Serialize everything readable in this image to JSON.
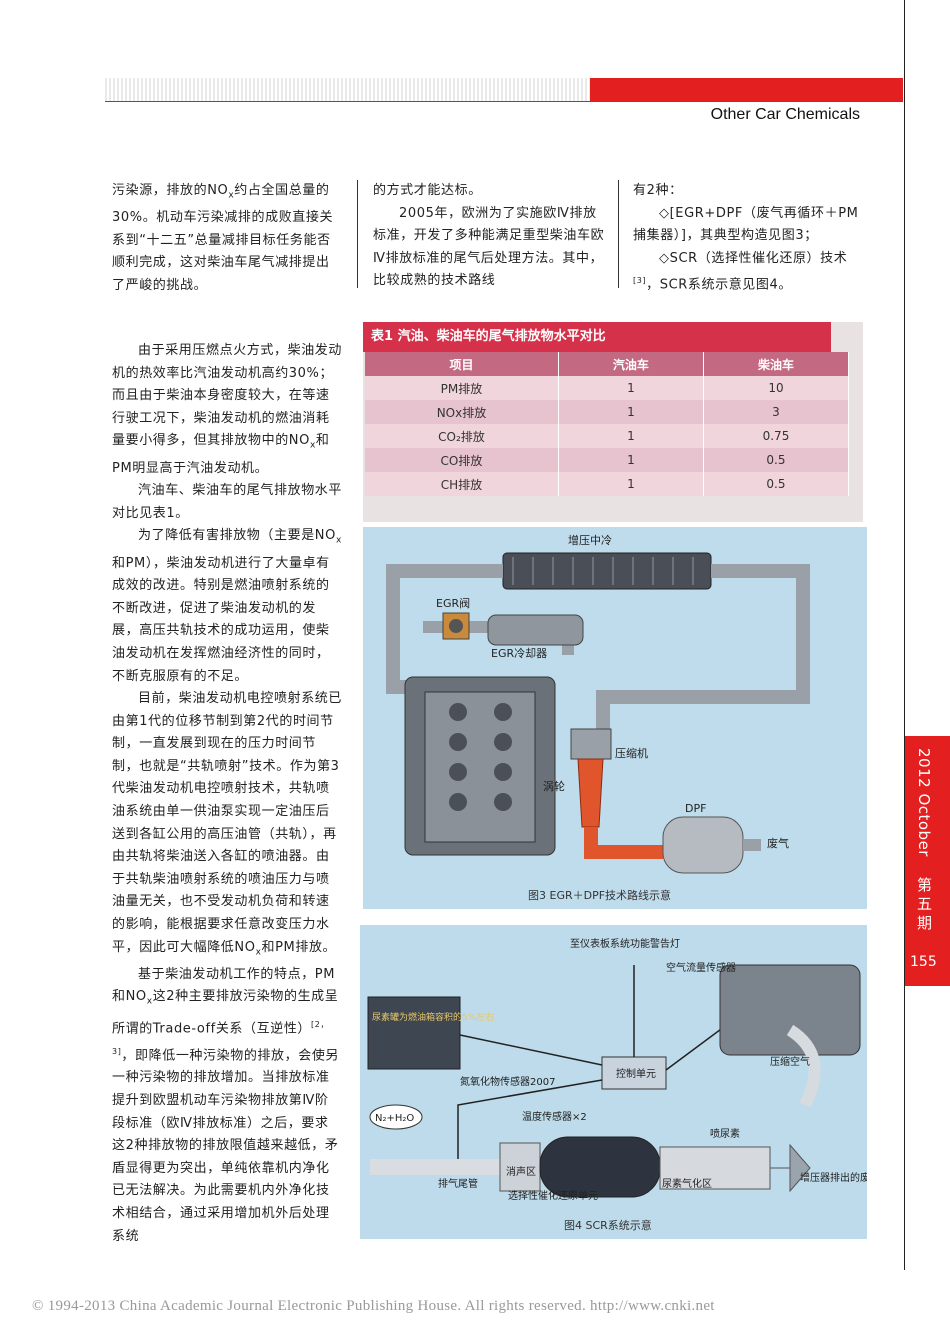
{
  "header": {
    "section_title": "Other Car Chemicals"
  },
  "col1_top": [
    "污染源，排放的NO",
    "x",
    "约占全国总量的30%。机动车污染减排的成败直接关系到“十二五”总量减排目标任务能否顺利完成，这对柴油车尾气减排提出了严峻的挑战。"
  ],
  "col2_top": {
    "p1": "的方式才能达标。",
    "p2": "2005年，欧洲为了实施欧Ⅳ排放标准，开发了多种能满足重型柴油车欧Ⅳ排放标准的尾气后处理方法。其中，比较成熟的技术路线"
  },
  "col3_top": {
    "p1": "有2种：",
    "p2": "◇[EGR+DPF（废气再循环＋PM捕集器）]，其典型构造见图3；",
    "p3a": "◇SCR（选择性催化还原）技术",
    "p3ref": "[3]",
    "p3b": "，SCR系统示意见图4。"
  },
  "col1_body": {
    "p1a": "由于采用压燃点火方式，柴油发动机的热效率比汽油发动机高约30%；而且由于柴油本身密度较大，在等速行驶工况下，柴油发动机的燃油消耗量要小得多，但其排放物中的NO",
    "p1sub": "x",
    "p1b": "和PM明显高于汽油发动机。",
    "p2": "汽油车、柴油车的尾气排放物水平对比见表1。",
    "p3a": "为了降低有害排放物（主要是NO",
    "p3sub": "x",
    "p3b": "和PM），柴油发动机进行了大量卓有成效的改进。特别是燃油喷射系统的不断改进，促进了柴油发动机的发展，高压共轨技术的成功运用，使柴油发动机在发挥燃油经济性的同时，不断克服原有的不足。",
    "p4": "目前，柴油发动机电控喷射系统已由第1代的位移节制到第2代的时间节制，一直发展到现在的压力时间节制，也就是“共轨喷射”技术。作为第3代柴油发动机电控喷射技术，共轨喷油系统由单一供油泵实现一定油压后送到各缸公用的高压油管（共轨），再由共轨将柴油送入各缸的喷油器。由于共轨柴油喷射系统的喷油压力与喷油量无关，也不受发动机负荷和转速的影响，能根据要求任意改变压力水平，因此可大幅降低NO",
    "p4sub": "x",
    "p4b": "和PM排放。",
    "p5a": "基于柴油发动机工作的特点，PM和NO",
    "p5sub": "x",
    "p5b": "这2种主要排放污染物的生成呈所谓的Trade-off关系（互逆性）",
    "p5ref": "[2，3]",
    "p5c": "，即降低一种污染物的排放，会使另一种污染物的排放增加。当排放标准提升到欧盟机动车污染物排放第Ⅳ阶段标准（欧Ⅳ排放标准）之后，要求这2种排放物的排放限值越来越低，矛盾显得更为突出，单纯依靠机内净化已无法解决。为此需要机内外净化技术相结合，通过采用增加机外后处理系统"
  },
  "table1": {
    "title": "表1 汽油、柴油车的尾气排放物水平对比",
    "headers": [
      "项目",
      "汽油车",
      "柴油车"
    ],
    "rows": [
      [
        "PM排放",
        "1",
        "10"
      ],
      [
        "NOx排放",
        "1",
        "3"
      ],
      [
        "CO₂排放",
        "1",
        "0.75"
      ],
      [
        "CO排放",
        "1",
        "0.5"
      ],
      [
        "CH排放",
        "1",
        "0.5"
      ]
    ]
  },
  "fig3": {
    "labels": {
      "intercooler": "增压中冷",
      "egr_valve": "EGR阀",
      "egr_cooler": "EGR冷却器",
      "compressor": "压缩机",
      "turbine": "涡轮",
      "dpf": "DPF",
      "exhaust": "废气"
    },
    "caption": "图3 EGR＋DPF技术路线示意"
  },
  "fig4": {
    "labels": {
      "dashboard": "至仪表板系统功能警告灯",
      "maf": "空气流量传感器",
      "tank": "尿素罐为燃油箱容积的5%左右",
      "control": "控制单元",
      "compressed_air": "压缩空气",
      "nox_sensor": "氮氧化物传感器2007",
      "n2h2o": "N₂+H₂O",
      "temp_sensor": "温度传感器×2",
      "urea_spray": "喷尿素",
      "tailpipe": "排气尾管",
      "muffler": "消声区",
      "scr_unit": "选择性催化还原单元",
      "urea_zone": "尿素气化区",
      "turbo_exhaust": "增压器排出的废气"
    },
    "caption": "图4 SCR系统示意"
  },
  "side_tab": {
    "year_month": "2012 October",
    "issue": "第五期",
    "page": "155"
  },
  "footer": {
    "copyright": "© 1994-2013 China Academic Journal Electronic Publishing House. All rights reserved.    http://www.cnki.net"
  },
  "colors": {
    "accent_red": "#e41f1f",
    "table_title": "#d6314a",
    "table_header": "#c36a82",
    "figure_bg": "#bfdcec"
  }
}
